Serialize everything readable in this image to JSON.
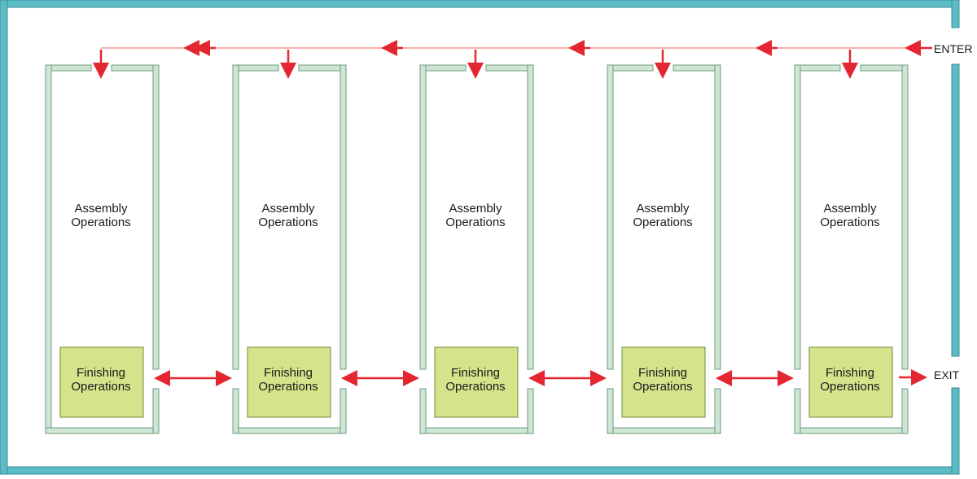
{
  "labels": {
    "enter": "ENTER",
    "exit": "EXIT"
  },
  "bays": [
    {
      "assembly_line1": "Assembly",
      "assembly_line2": "Operations",
      "finishing_line1": "Finishing",
      "finishing_line2": "Operations"
    },
    {
      "assembly_line1": "Assembly",
      "assembly_line2": "Operations",
      "finishing_line1": "Finishing",
      "finishing_line2": "Operations"
    },
    {
      "assembly_line1": "Assembly",
      "assembly_line2": "Operations",
      "finishing_line1": "Finishing",
      "finishing_line2": "Operations"
    },
    {
      "assembly_line1": "Assembly",
      "assembly_line2": "Operations",
      "finishing_line1": "Finishing",
      "finishing_line2": "Operations"
    },
    {
      "assembly_line1": "Assembly",
      "assembly_line2": "Operations",
      "finishing_line1": "Finishing",
      "finishing_line2": "Operations"
    }
  ],
  "colors": {
    "building_wall": "#5bbcc6",
    "bay_wall": "#cfe6d4",
    "finishing_area": "#d5e38a",
    "flow_arrow": "#e3262f"
  }
}
